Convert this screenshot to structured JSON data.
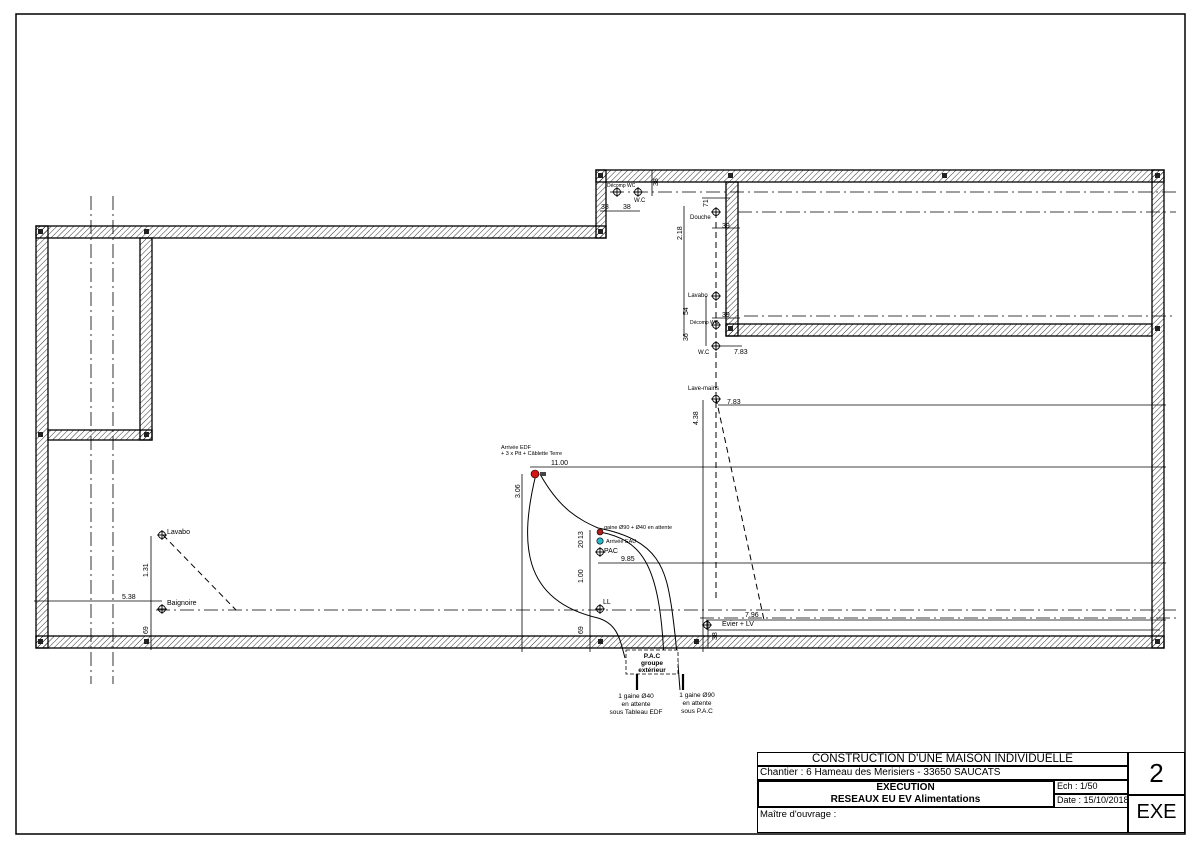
{
  "title_block": {
    "project_title": "CONSTRUCTION D'UNE MAISON INDIVIDUELLE",
    "site": "Chantier : 6 Hameau des Merisiers - 33650 SAUCATS",
    "phase": "EXECUTION",
    "subject": "RESEAUX EU EV Alimentations",
    "scale": "Ech : 1/50",
    "date": "Date : 15/10/2018",
    "owner": "Maître d'ouvrage :",
    "sheet_number": "2",
    "sheet_code": "EXE"
  },
  "fixtures": {
    "lavabo_left": "Lavabo",
    "baignoire": "Baignoire",
    "douche": "Douche",
    "lavabo_right": "Lavabo",
    "decomp_wc_top": "Décomp WC",
    "wc_top": "W.C",
    "decomp_wc_mid": "Décomp WC",
    "wc_mid": "W.C",
    "lave_mains": "Lave-mains",
    "arrivee_edf_1": "Arrivée EDF",
    "arrivee_edf_2": "+ 3 x Ptt + Câblette Terre",
    "gaine": "gaine Ø90 + Ø40 en attente",
    "arrivee_eau": "Arrivée EAU",
    "pac": "PAC",
    "ll": "LL",
    "evier": "Evier + LV",
    "pac_box_1": "P.A.C",
    "pac_box_2": "groupe",
    "pac_box_3": "extérieur",
    "gaine40_1": "1 gaine Ø40",
    "gaine40_2": "en attente",
    "gaine40_3": "sous Tableau EDF",
    "gaine90_1": "1 gaine Ø90",
    "gaine90_2": "en attente",
    "gaine90_3": "sous P.A.C"
  },
  "dimensions": {
    "d_38_top": "38",
    "d_38_a": "38",
    "d_38_b": "38",
    "d_71": "71",
    "d_39_a": "39",
    "d_218": "2.18",
    "d_39_b": "39",
    "d_54": "54",
    "d_36": "36",
    "d_783_a": "7.83",
    "d_438": "4.38",
    "d_783_b": "7.83",
    "d_1100": "11.00",
    "d_306": "3.06",
    "d_20": "20",
    "d_13": "13",
    "d_985": "9.85",
    "d_100": "1.00",
    "d_131": "1.31",
    "d_538": "5.38",
    "d_69_a": "69",
    "d_69_b": "69",
    "d_796": "7.96",
    "d_38_c": "38"
  },
  "colors": {
    "edf_point": "#d21414",
    "gaine_point": "#b01c1c",
    "eau_point": "#29b7c9"
  }
}
